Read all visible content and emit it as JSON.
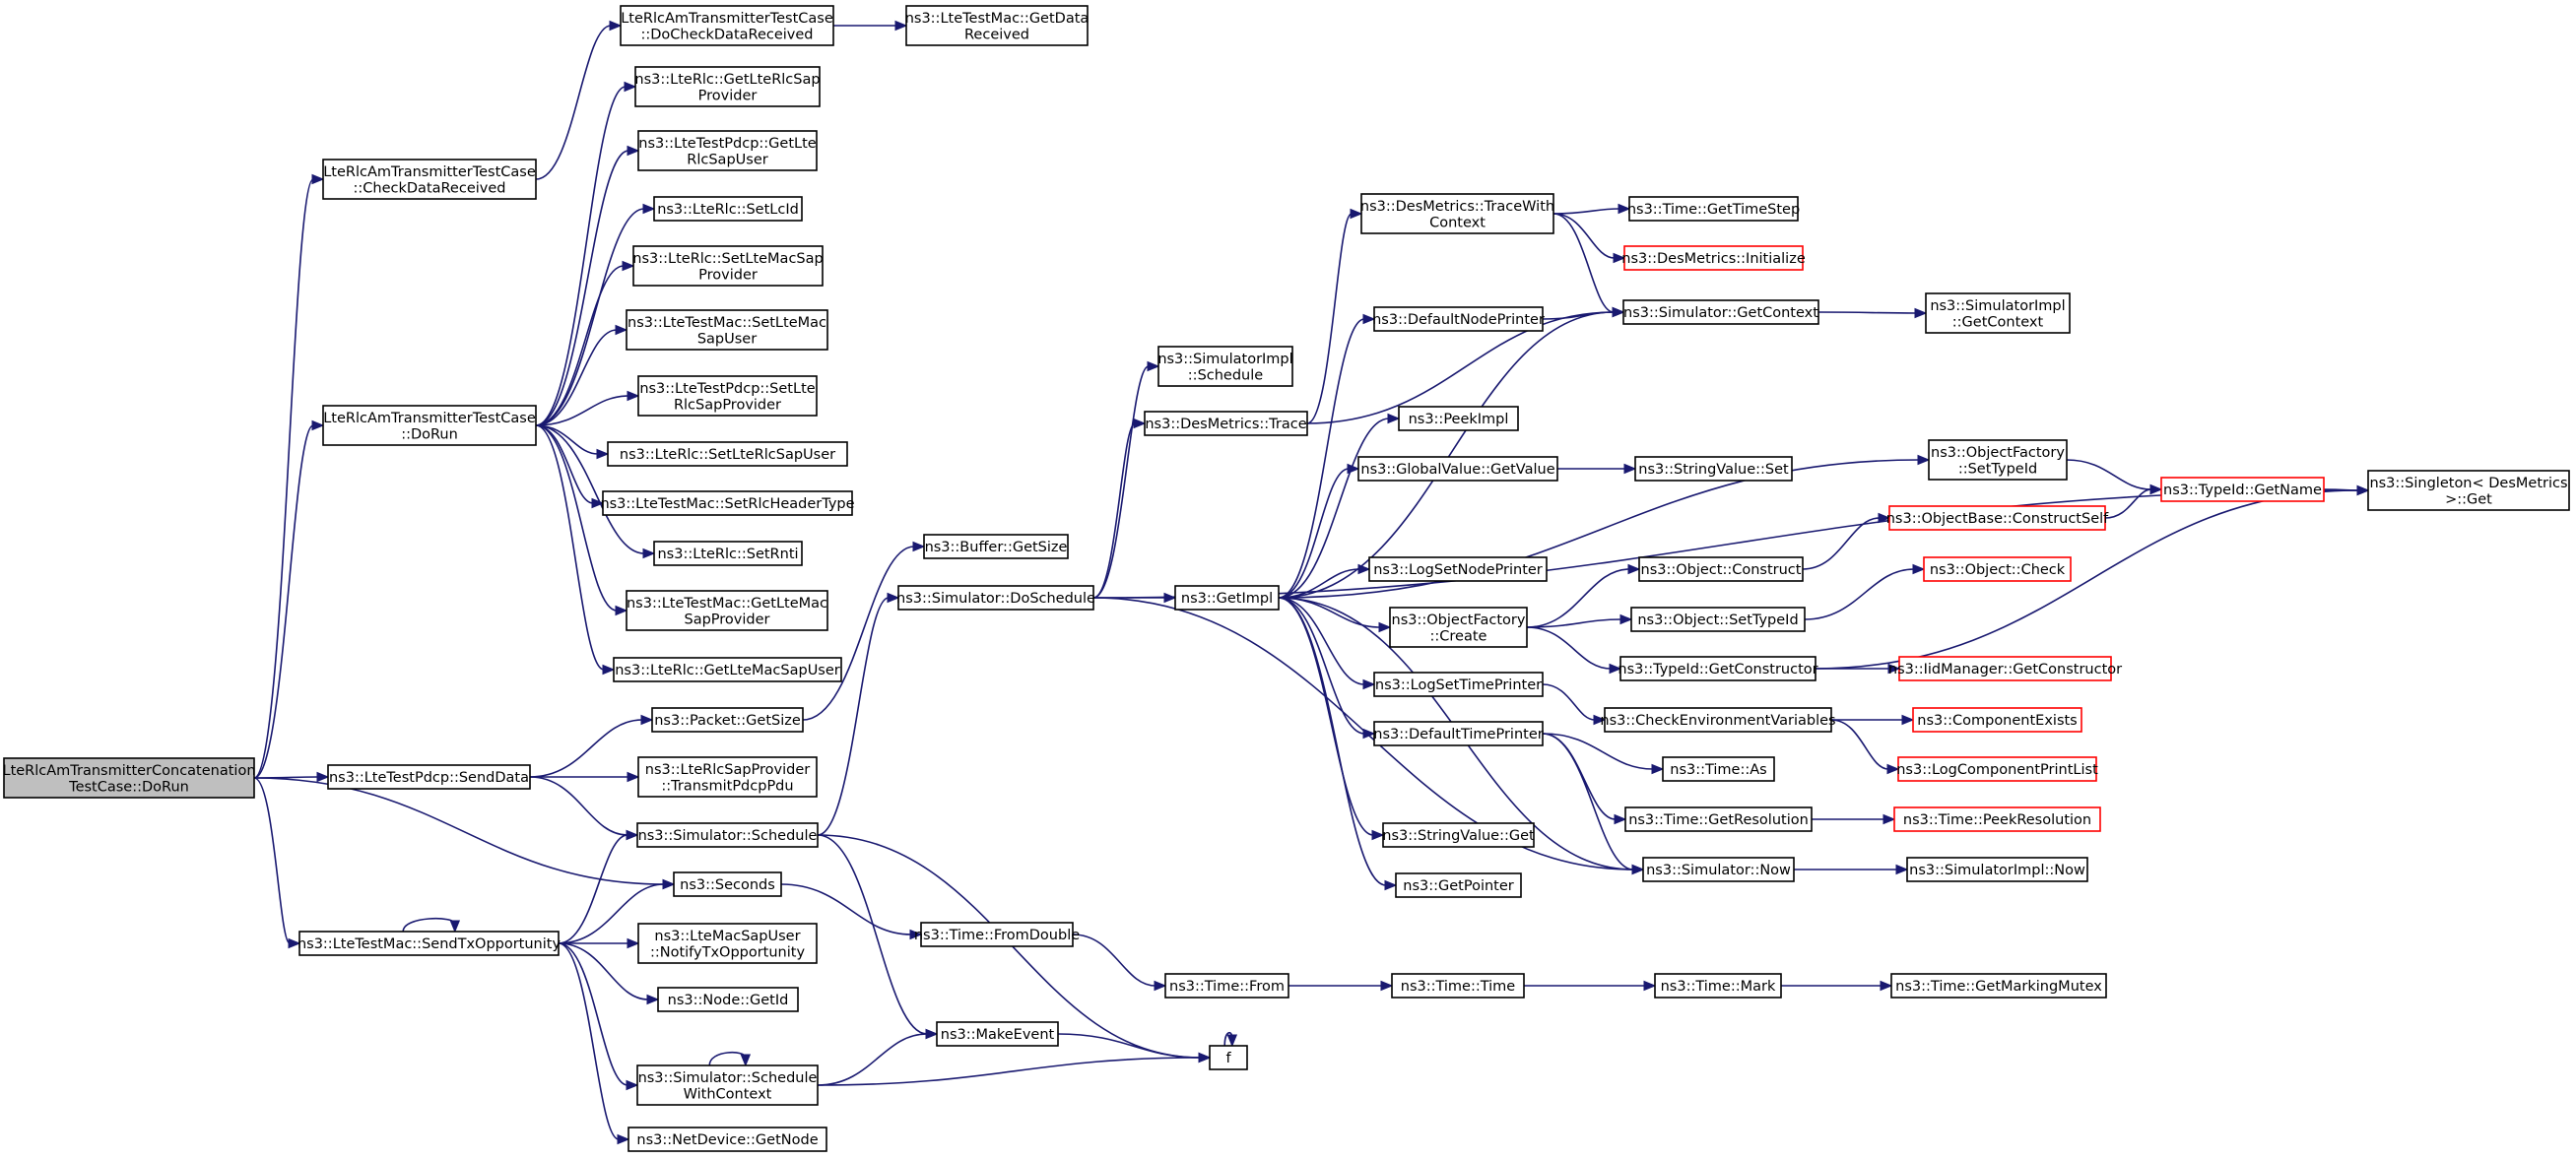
{
  "colors": {
    "edge": "#191970",
    "node_border": "#000000",
    "truncated_node_border": "#ff0000",
    "root_fill": "#bfbfbf",
    "node_fill": "#ffffff"
  },
  "nodes": [
    {
      "id": "root",
      "lines": [
        "LteRlcAmTransmitterConcatenation",
        "TestCase::DoRun"
      ],
      "style": "root"
    },
    {
      "id": "checkData",
      "lines": [
        "LteRlcAmTransmitterTestCase",
        "::CheckDataReceived"
      ]
    },
    {
      "id": "tDoRun",
      "lines": [
        "LteRlcAmTransmitterTestCase",
        "::DoRun"
      ]
    },
    {
      "id": "pdcpSend",
      "lines": [
        "ns3::LteTestPdcp::SendData"
      ]
    },
    {
      "id": "macSendTx",
      "lines": [
        "ns3::LteTestMac::SendTxOpportunity"
      ]
    },
    {
      "id": "doCheckData",
      "lines": [
        "LteRlcAmTransmitterTestCase",
        "::DoCheckDataReceived"
      ]
    },
    {
      "id": "macGetData",
      "lines": [
        "ns3::LteTestMac::GetData",
        "Received"
      ]
    },
    {
      "id": "rlcGetSapProv",
      "lines": [
        "ns3::LteRlc::GetLteRlcSap",
        "Provider"
      ]
    },
    {
      "id": "pdcpGetSapUser",
      "lines": [
        "ns3::LteTestPdcp::GetLte",
        "RlcSapUser"
      ]
    },
    {
      "id": "rlcSetLcId",
      "lines": [
        "ns3::LteRlc::SetLcId"
      ]
    },
    {
      "id": "rlcSetMacSapProv",
      "lines": [
        "ns3::LteRlc::SetLteMacSap",
        "Provider"
      ]
    },
    {
      "id": "macSetMacSapUser",
      "lines": [
        "ns3::LteTestMac::SetLteMac",
        "SapUser"
      ]
    },
    {
      "id": "pdcpSetSapProv",
      "lines": [
        "ns3::LteTestPdcp::SetLte",
        "RlcSapProvider"
      ]
    },
    {
      "id": "rlcSetSapUser",
      "lines": [
        "ns3::LteRlc::SetLteRlcSapUser"
      ]
    },
    {
      "id": "macSetHdr",
      "lines": [
        "ns3::LteTestMac::SetRlcHeaderType"
      ]
    },
    {
      "id": "rlcSetRnti",
      "lines": [
        "ns3::LteRlc::SetRnti"
      ]
    },
    {
      "id": "macGetMacSapProv",
      "lines": [
        "ns3::LteTestMac::GetLteMac",
        "SapProvider"
      ]
    },
    {
      "id": "rlcGetMacSapUser",
      "lines": [
        "ns3::LteRlc::GetLteMacSapUser"
      ]
    },
    {
      "id": "packetGetSize",
      "lines": [
        "ns3::Packet::GetSize"
      ]
    },
    {
      "id": "transmitPdu",
      "lines": [
        "ns3::LteRlcSapProvider",
        "::TransmitPdcpPdu"
      ]
    },
    {
      "id": "simSchedule",
      "lines": [
        "ns3::Simulator::Schedule"
      ]
    },
    {
      "id": "seconds",
      "lines": [
        "ns3::Seconds"
      ]
    },
    {
      "id": "notifyTx",
      "lines": [
        "ns3::LteMacSapUser",
        "::NotifyTxOpportunity"
      ]
    },
    {
      "id": "nodeGetId",
      "lines": [
        "ns3::Node::GetId"
      ]
    },
    {
      "id": "schedWithCtx",
      "lines": [
        "ns3::Simulator::Schedule",
        "WithContext"
      ]
    },
    {
      "id": "netDevGetNode",
      "lines": [
        "ns3::NetDevice::GetNode"
      ]
    },
    {
      "id": "bufferGetSize",
      "lines": [
        "ns3::Buffer::GetSize"
      ]
    },
    {
      "id": "simDoSchedule",
      "lines": [
        "ns3::Simulator::DoSchedule"
      ]
    },
    {
      "id": "timeFromDouble",
      "lines": [
        "ns3::Time::FromDouble"
      ]
    },
    {
      "id": "makeEvent",
      "lines": [
        "ns3::MakeEvent"
      ]
    },
    {
      "id": "simImplSchedule",
      "lines": [
        "ns3::SimulatorImpl",
        "::Schedule"
      ]
    },
    {
      "id": "desTrace",
      "lines": [
        "ns3::DesMetrics::Trace"
      ]
    },
    {
      "id": "getImpl",
      "lines": [
        "ns3::GetImpl"
      ]
    },
    {
      "id": "timeFrom",
      "lines": [
        "ns3::Time::From"
      ]
    },
    {
      "id": "f",
      "lines": [
        "f"
      ]
    },
    {
      "id": "traceWithCtx",
      "lines": [
        "ns3::DesMetrics::TraceWith",
        "Context"
      ]
    },
    {
      "id": "defNodePrinter",
      "lines": [
        "ns3::DefaultNodePrinter"
      ]
    },
    {
      "id": "peekImpl",
      "lines": [
        "ns3::PeekImpl"
      ]
    },
    {
      "id": "gvGetValue",
      "lines": [
        "ns3::GlobalValue::GetValue"
      ]
    },
    {
      "id": "logSetNode",
      "lines": [
        "ns3::LogSetNodePrinter"
      ]
    },
    {
      "id": "objFactCreate",
      "lines": [
        "ns3::ObjectFactory",
        "::Create"
      ]
    },
    {
      "id": "logSetTime",
      "lines": [
        "ns3::LogSetTimePrinter"
      ]
    },
    {
      "id": "defTimePrinter",
      "lines": [
        "ns3::DefaultTimePrinter"
      ]
    },
    {
      "id": "svGet",
      "lines": [
        "ns3::StringValue::Get"
      ]
    },
    {
      "id": "getPointer",
      "lines": [
        "ns3::GetPointer"
      ]
    },
    {
      "id": "timeTime",
      "lines": [
        "ns3::Time::Time"
      ]
    },
    {
      "id": "getTimeStep",
      "lines": [
        "ns3::Time::GetTimeStep"
      ]
    },
    {
      "id": "desInit",
      "lines": [
        "ns3::DesMetrics::Initialize"
      ],
      "style": "truncated"
    },
    {
      "id": "simGetContext",
      "lines": [
        "ns3::Simulator::GetContext"
      ]
    },
    {
      "id": "svSet",
      "lines": [
        "ns3::StringValue::Set"
      ]
    },
    {
      "id": "objFactSetTid",
      "lines": [
        "ns3::ObjectFactory",
        "::SetTypeId"
      ]
    },
    {
      "id": "objBaseConstructSelf",
      "lines": [
        "ns3::ObjectBase::ConstructSelf"
      ],
      "style": "truncated"
    },
    {
      "id": "objConstruct",
      "lines": [
        "ns3::Object::Construct"
      ]
    },
    {
      "id": "objCheck",
      "lines": [
        "ns3::Object::Check"
      ],
      "style": "truncated"
    },
    {
      "id": "objSetTid",
      "lines": [
        "ns3::Object::SetTypeId"
      ]
    },
    {
      "id": "tidGetCtor",
      "lines": [
        "ns3::TypeId::GetConstructor"
      ]
    },
    {
      "id": "checkEnv",
      "lines": [
        "ns3::CheckEnvironmentVariables"
      ]
    },
    {
      "id": "timeAs",
      "lines": [
        "ns3::Time::As"
      ]
    },
    {
      "id": "timeGetRes",
      "lines": [
        "ns3::Time::GetResolution"
      ]
    },
    {
      "id": "simNow",
      "lines": [
        "ns3::Simulator::Now"
      ]
    },
    {
      "id": "timeMark",
      "lines": [
        "ns3::Time::Mark"
      ]
    },
    {
      "id": "simImplGetCtx",
      "lines": [
        "ns3::SimulatorImpl",
        "::GetContext"
      ]
    },
    {
      "id": "tidGetName",
      "lines": [
        "ns3::TypeId::GetName"
      ],
      "style": "truncated"
    },
    {
      "id": "iidGetCtor",
      "lines": [
        "ns3::IidManager::GetConstructor"
      ],
      "style": "truncated"
    },
    {
      "id": "compExists",
      "lines": [
        "ns3::ComponentExists"
      ],
      "style": "truncated"
    },
    {
      "id": "logCompPrint",
      "lines": [
        "ns3::LogComponentPrintList"
      ],
      "style": "truncated"
    },
    {
      "id": "timePeekRes",
      "lines": [
        "ns3::Time::PeekResolution"
      ],
      "style": "truncated"
    },
    {
      "id": "simImplNow",
      "lines": [
        "ns3::SimulatorImpl::Now"
      ]
    },
    {
      "id": "timeGetMutex",
      "lines": [
        "ns3::Time::GetMarkingMutex"
      ]
    },
    {
      "id": "singletonGet",
      "lines": [
        "ns3::Singleton< DesMetrics",
        " >::Get"
      ]
    }
  ],
  "edges": [
    [
      "root",
      "checkData"
    ],
    [
      "root",
      "tDoRun"
    ],
    [
      "root",
      "pdcpSend"
    ],
    [
      "root",
      "macSendTx"
    ],
    [
      "root",
      "seconds"
    ],
    [
      "checkData",
      "doCheckData"
    ],
    [
      "doCheckData",
      "macGetData"
    ],
    [
      "tDoRun",
      "rlcGetSapProv"
    ],
    [
      "tDoRun",
      "pdcpGetSapUser"
    ],
    [
      "tDoRun",
      "rlcSetLcId"
    ],
    [
      "tDoRun",
      "rlcSetMacSapProv"
    ],
    [
      "tDoRun",
      "macSetMacSapUser"
    ],
    [
      "tDoRun",
      "pdcpSetSapProv"
    ],
    [
      "tDoRun",
      "rlcSetSapUser"
    ],
    [
      "tDoRun",
      "macSetHdr"
    ],
    [
      "tDoRun",
      "rlcSetRnti"
    ],
    [
      "tDoRun",
      "macGetMacSapProv"
    ],
    [
      "tDoRun",
      "rlcGetMacSapUser"
    ],
    [
      "pdcpSend",
      "packetGetSize"
    ],
    [
      "pdcpSend",
      "transmitPdu"
    ],
    [
      "pdcpSend",
      "simSchedule"
    ],
    [
      "macSendTx",
      "macSendTx"
    ],
    [
      "macSendTx",
      "simSchedule"
    ],
    [
      "macSendTx",
      "seconds"
    ],
    [
      "macSendTx",
      "notifyTx"
    ],
    [
      "macSendTx",
      "nodeGetId"
    ],
    [
      "macSendTx",
      "schedWithCtx"
    ],
    [
      "macSendTx",
      "netDevGetNode"
    ],
    [
      "packetGetSize",
      "bufferGetSize"
    ],
    [
      "simSchedule",
      "simDoSchedule"
    ],
    [
      "simSchedule",
      "makeEvent"
    ],
    [
      "simSchedule",
      "f"
    ],
    [
      "seconds",
      "timeFromDouble"
    ],
    [
      "schedWithCtx",
      "schedWithCtx"
    ],
    [
      "schedWithCtx",
      "makeEvent"
    ],
    [
      "schedWithCtx",
      "f"
    ],
    [
      "simDoSchedule",
      "simImplSchedule"
    ],
    [
      "simDoSchedule",
      "desTrace"
    ],
    [
      "simDoSchedule",
      "getImpl"
    ],
    [
      "simDoSchedule",
      "singletonGet"
    ],
    [
      "simDoSchedule",
      "simNow"
    ],
    [
      "timeFromDouble",
      "timeFrom"
    ],
    [
      "timeFrom",
      "timeTime"
    ],
    [
      "timeTime",
      "timeMark"
    ],
    [
      "timeMark",
      "timeGetMutex"
    ],
    [
      "makeEvent",
      "f"
    ],
    [
      "f",
      "f"
    ],
    [
      "desTrace",
      "traceWithCtx"
    ],
    [
      "desTrace",
      "simGetContext"
    ],
    [
      "traceWithCtx",
      "getTimeStep"
    ],
    [
      "traceWithCtx",
      "desInit"
    ],
    [
      "traceWithCtx",
      "simGetContext"
    ],
    [
      "getImpl",
      "defNodePrinter"
    ],
    [
      "getImpl",
      "simGetContext"
    ],
    [
      "getImpl",
      "peekImpl"
    ],
    [
      "getImpl",
      "gvGetValue"
    ],
    [
      "getImpl",
      "objFactSetTid"
    ],
    [
      "getImpl",
      "logSetNode"
    ],
    [
      "getImpl",
      "objFactCreate"
    ],
    [
      "getImpl",
      "logSetTime"
    ],
    [
      "getImpl",
      "defTimePrinter"
    ],
    [
      "getImpl",
      "svGet"
    ],
    [
      "getImpl",
      "getPointer"
    ],
    [
      "getImpl",
      "simNow"
    ],
    [
      "defNodePrinter",
      "simGetContext"
    ],
    [
      "simGetContext",
      "simImplGetCtx"
    ],
    [
      "gvGetValue",
      "svSet"
    ],
    [
      "objFactSetTid",
      "tidGetName"
    ],
    [
      "tidGetName",
      "singletonGet"
    ],
    [
      "objFactCreate",
      "objConstruct"
    ],
    [
      "objFactCreate",
      "objSetTid"
    ],
    [
      "objFactCreate",
      "tidGetCtor"
    ],
    [
      "objConstruct",
      "objBaseConstructSelf"
    ],
    [
      "objBaseConstructSelf",
      "tidGetName"
    ],
    [
      "objSetTid",
      "objCheck"
    ],
    [
      "tidGetCtor",
      "iidGetCtor"
    ],
    [
      "tidGetCtor",
      "singletonGet"
    ],
    [
      "logSetTime",
      "checkEnv"
    ],
    [
      "checkEnv",
      "compExists"
    ],
    [
      "checkEnv",
      "logCompPrint"
    ],
    [
      "defTimePrinter",
      "timeAs"
    ],
    [
      "defTimePrinter",
      "timeGetRes"
    ],
    [
      "defTimePrinter",
      "simNow"
    ],
    [
      "timeGetRes",
      "timePeekRes"
    ],
    [
      "simNow",
      "simImplNow"
    ]
  ]
}
